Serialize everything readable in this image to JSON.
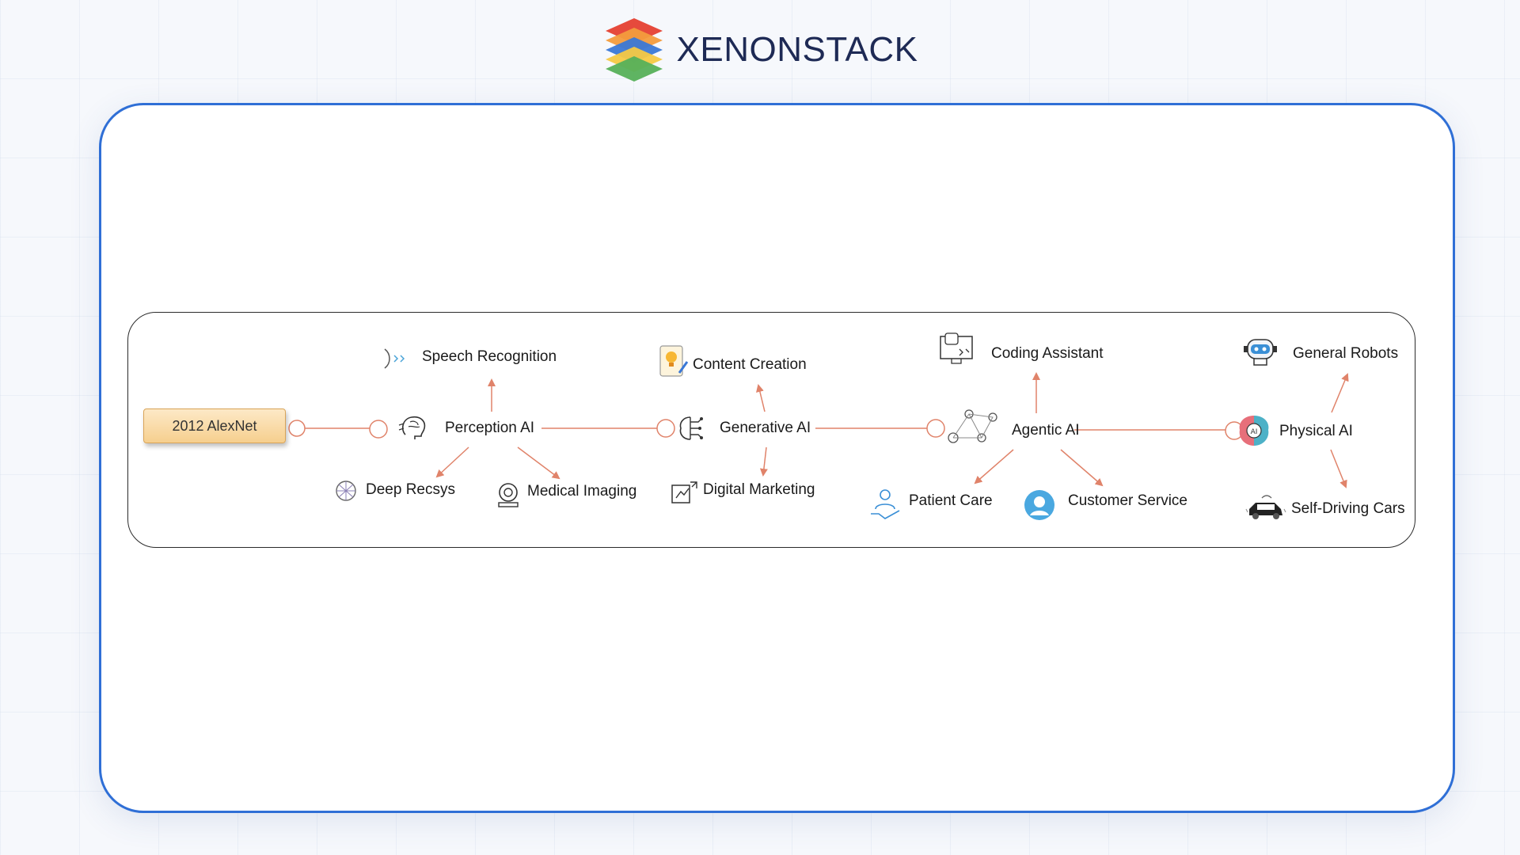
{
  "brand": {
    "name": "XENONSTACK",
    "colors": [
      "#e64a3c",
      "#f39c3d",
      "#3a78d6",
      "#f6c945",
      "#56b05a"
    ]
  },
  "diagram": {
    "start": "2012 AlexNet",
    "stages": [
      {
        "name": "Perception AI",
        "applications": [
          "Speech Recognition",
          "Deep Recsys",
          "Medical Imaging"
        ]
      },
      {
        "name": "Generative AI",
        "applications": [
          "Content Creation",
          "Digital Marketing"
        ]
      },
      {
        "name": "Agentic AI",
        "applications": [
          "Coding Assistant",
          "Patient Care",
          "Customer Service"
        ]
      },
      {
        "name": "Physical AI",
        "applications": [
          "General Robots",
          "Self-Driving Cars"
        ]
      }
    ],
    "colors": {
      "connector": "#e0836a",
      "arrow": "#e0836a",
      "frame": "#2b2b2b",
      "card_border": "#2f6fd6"
    }
  }
}
